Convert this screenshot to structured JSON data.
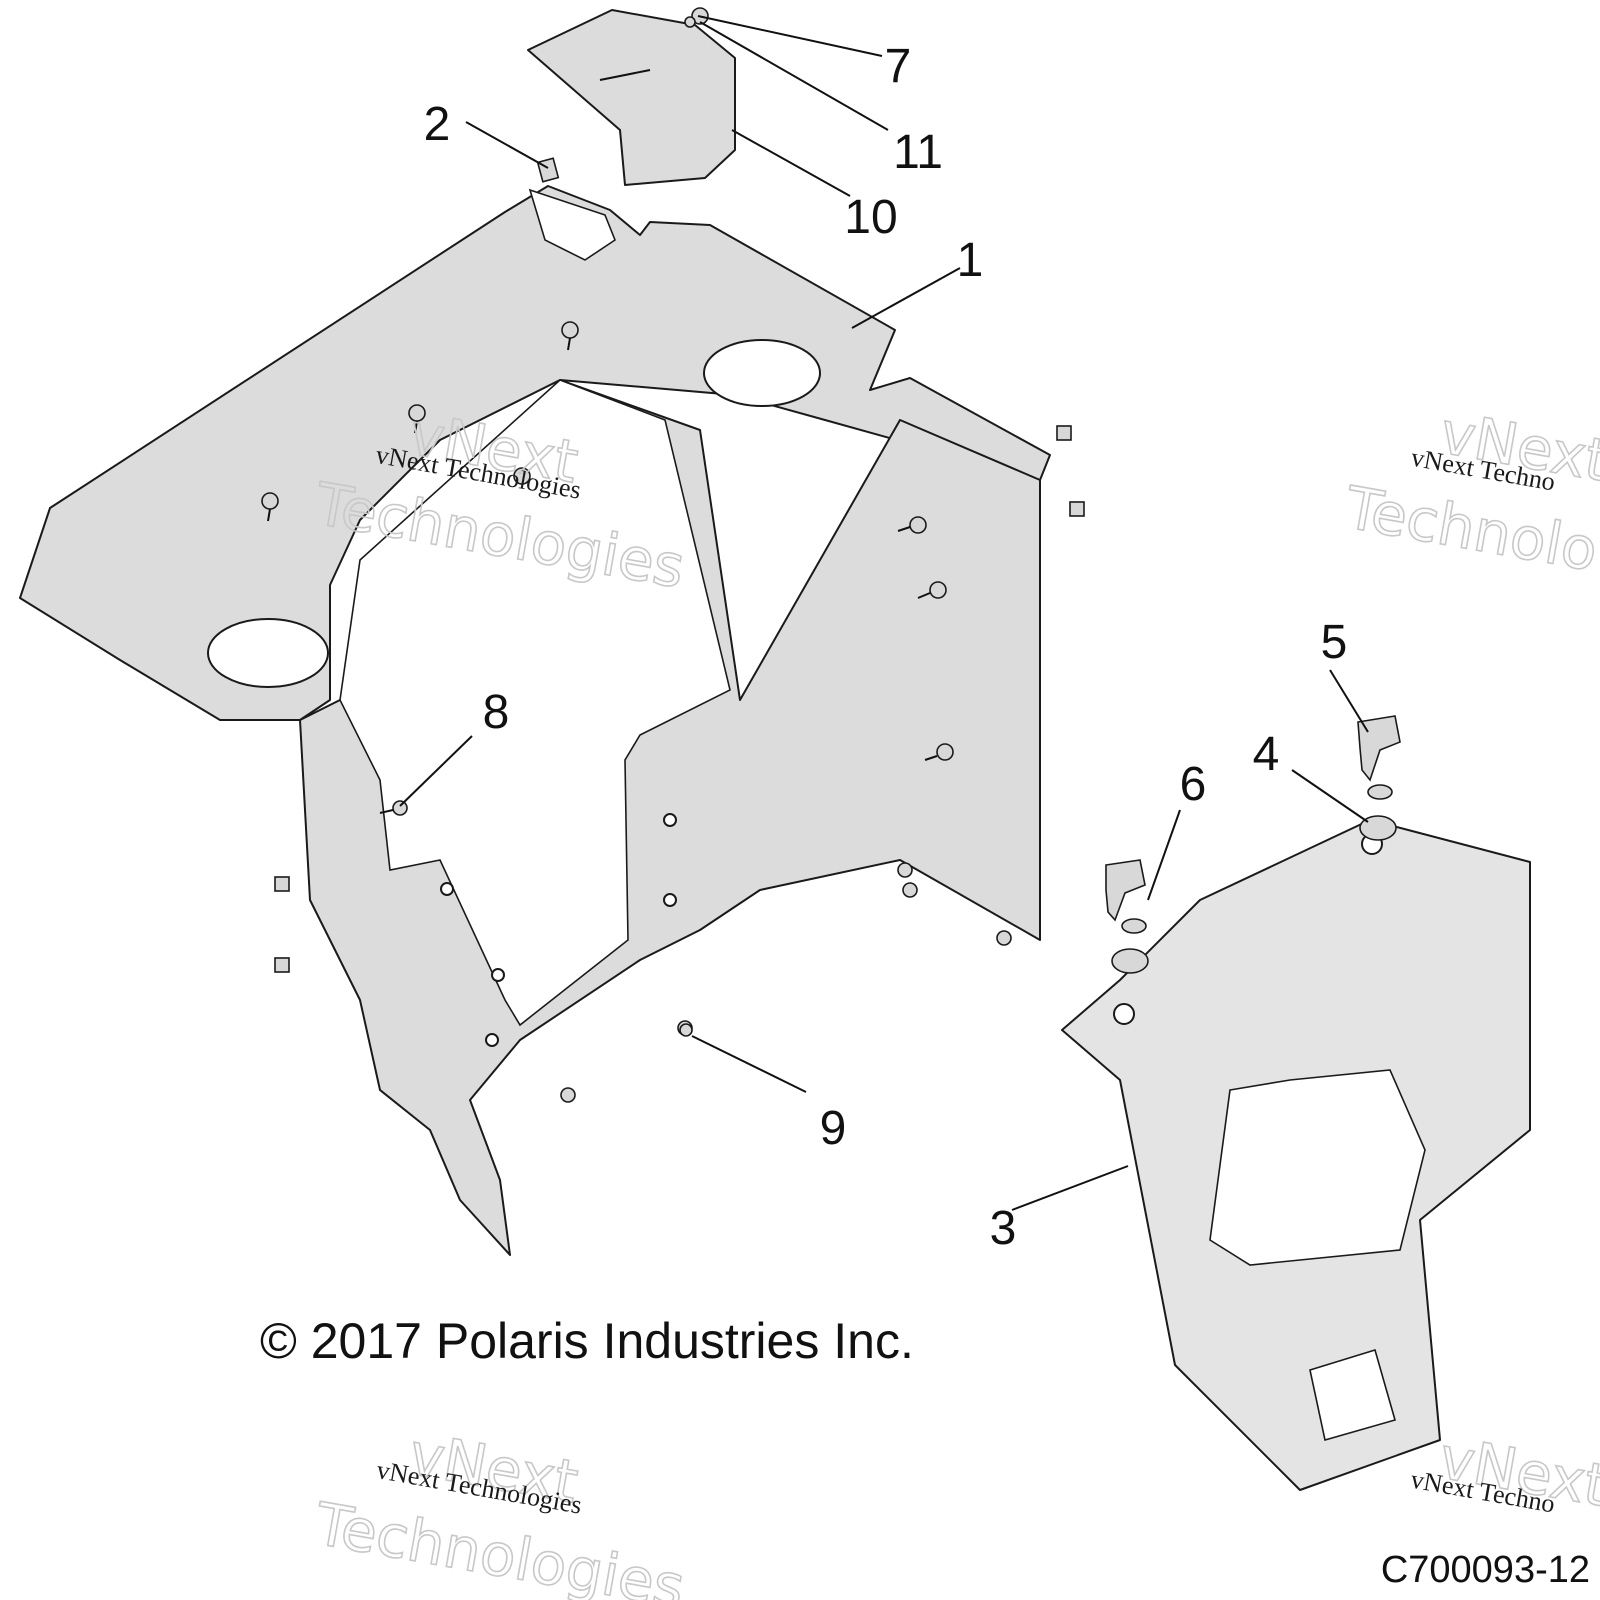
{
  "callouts": {
    "c1": "1",
    "c2": "2",
    "c3": "3",
    "c4": "4",
    "c5": "5",
    "c6": "6",
    "c7": "7",
    "c8": "8",
    "c9": "9",
    "c10": "10",
    "c11": "11"
  },
  "copyright": "© 2017 Polaris Industries Inc.",
  "drawing_id": "C700093-12",
  "watermark": {
    "line1": "vNext Technologies",
    "line2": "vNext",
    "line3": "Technologies",
    "partial_line1": "vNext Techno",
    "partial_line2": "vNext",
    "partial_line3": "Technolo"
  }
}
